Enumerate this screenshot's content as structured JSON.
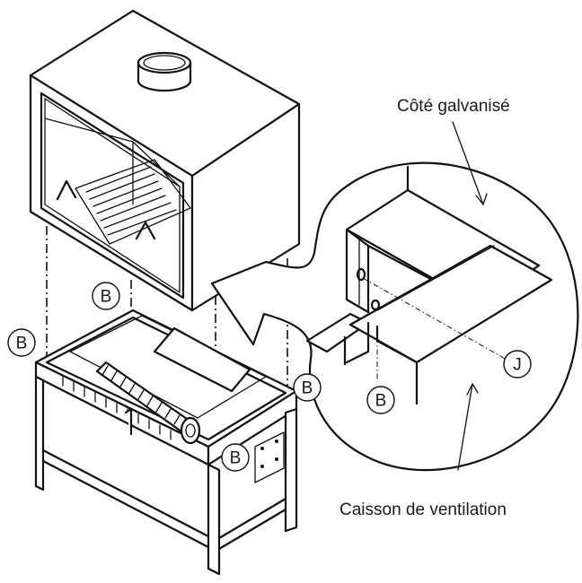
{
  "labels": {
    "galvanized_side": "Côté galvanisé",
    "ventilation_box": "Caisson de ventilation"
  },
  "callouts": [
    "B",
    "B",
    "B",
    "B",
    "B",
    "J"
  ]
}
